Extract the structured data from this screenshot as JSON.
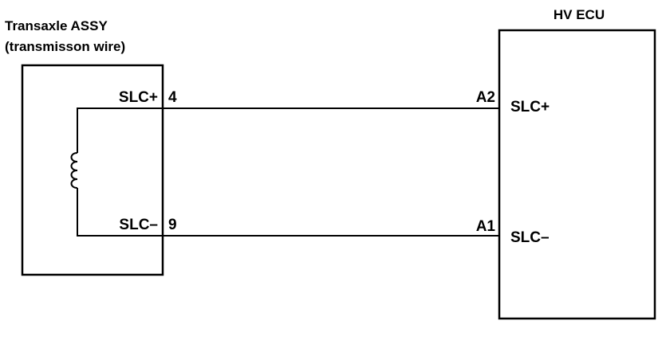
{
  "left_component": {
    "title_line1": "Transaxle ASSY",
    "title_line2": "(transmisson wire)",
    "terminal_top": "SLC+",
    "pin_top": "4",
    "terminal_bottom": "SLC–",
    "pin_bottom": "9"
  },
  "right_component": {
    "title": "HV ECU",
    "pin_top": "A2",
    "terminal_top": "SLC+",
    "pin_bottom": "A1",
    "terminal_bottom": "SLC–"
  },
  "wires": [
    {
      "from": "4",
      "to": "A2",
      "signal": "SLC+"
    },
    {
      "from": "9",
      "to": "A1",
      "signal": "SLC–"
    }
  ],
  "colors": {
    "line": "#000000",
    "background": "#ffffff"
  }
}
